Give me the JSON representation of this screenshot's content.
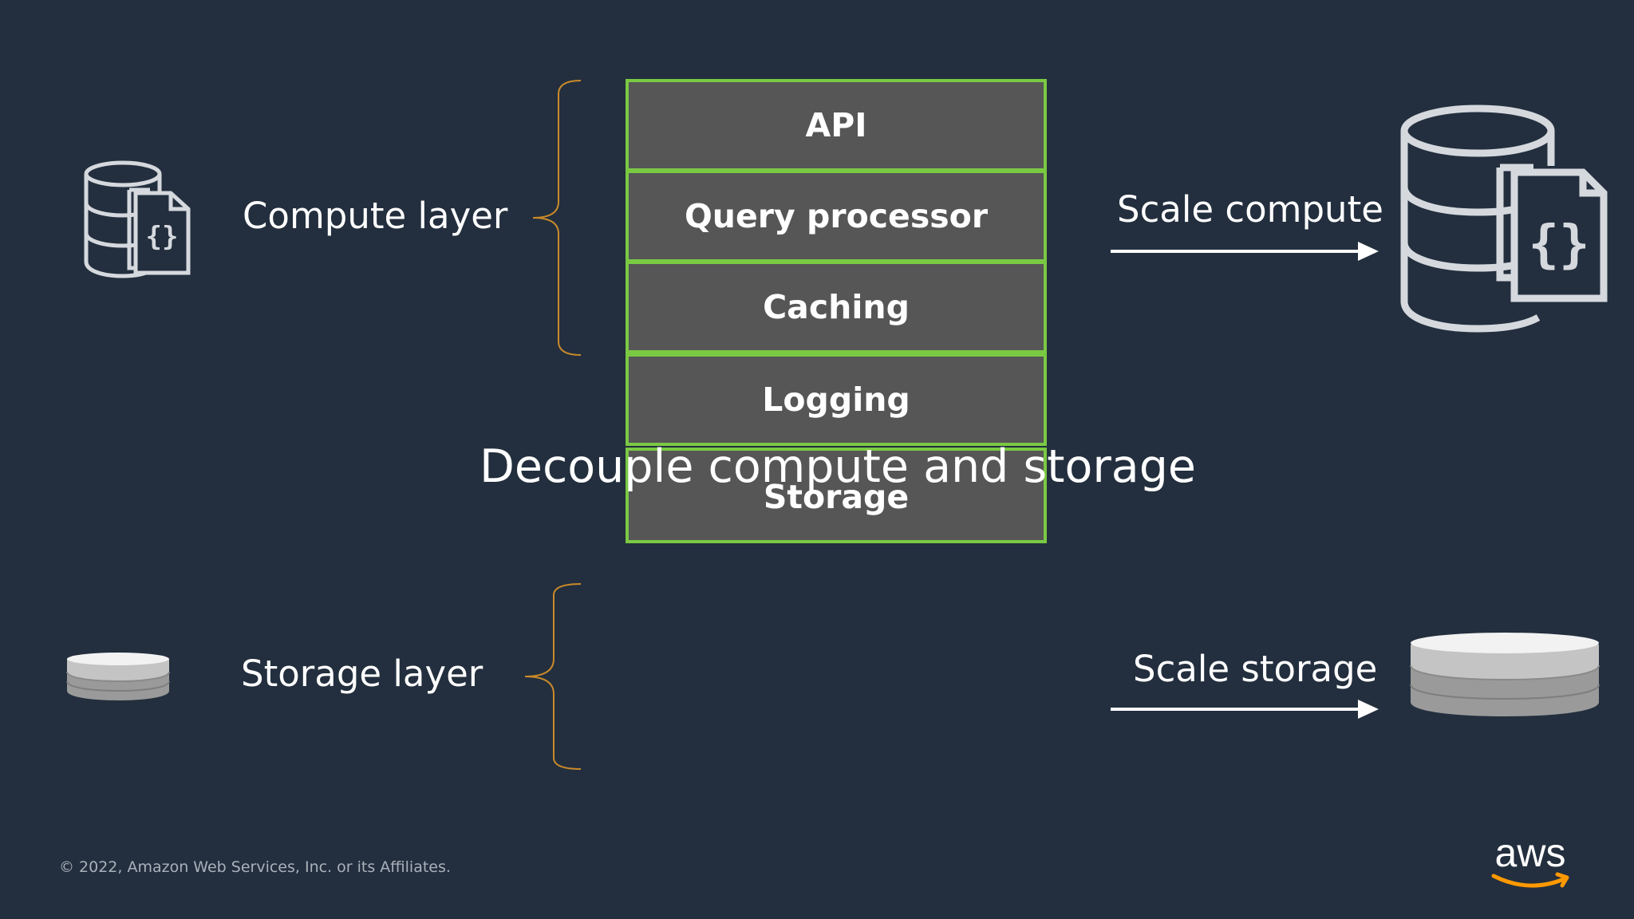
{
  "colors": {
    "background": "#232f3e",
    "stack_fill": "#565656",
    "stack_border": "#7ac943",
    "bracket": "#c98a2a",
    "icon_stroke": "#d5d9de",
    "aws_orange": "#ff9900"
  },
  "left": {
    "compute_label": "Compute layer",
    "storage_label": "Storage layer",
    "compute_icon": "database-document-icon",
    "storage_icon": "storage-disk-icon"
  },
  "stack": [
    "API",
    "Query processor",
    "Caching",
    "Logging",
    "Storage"
  ],
  "overlay_title": "Decouple compute and storage",
  "right": {
    "scale_compute": "Scale compute",
    "scale_storage": "Scale storage",
    "compute_icon": "database-document-icon",
    "storage_icon": "storage-disk-icon"
  },
  "footer": {
    "copyright": "© 2022, Amazon Web Services, Inc. or its Affiliates.",
    "logo_text": "aws"
  }
}
